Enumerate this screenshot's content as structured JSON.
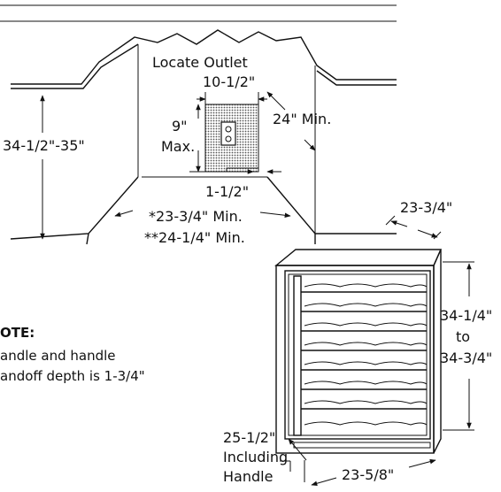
{
  "cutout": {
    "locate_outlet": "Locate Outlet",
    "outlet_width": "10-1/2\"",
    "outlet_height_value": "9\"",
    "outlet_height_max": "Max.",
    "depth_min": "24\" Min.",
    "cabinet_height": "34-1/2\"-35\"",
    "outlet_offset": "1-1/2\"",
    "opening_width_1": "*23-3/4\" Min.",
    "opening_width_2": "**24-1/4\" Min."
  },
  "unit": {
    "depth": "23-3/4\"",
    "height_min": "34-1/4\"",
    "height_to": "to",
    "height_max": "34-3/4\"",
    "depth_incl_1": "25-1/2\"",
    "depth_incl_2": "Including",
    "depth_incl_3": "Handle",
    "width": "23-5/8\""
  },
  "note": {
    "heading": "OTE:",
    "line1": "andle and handle",
    "line2": "andoff depth is 1-3/4\""
  }
}
